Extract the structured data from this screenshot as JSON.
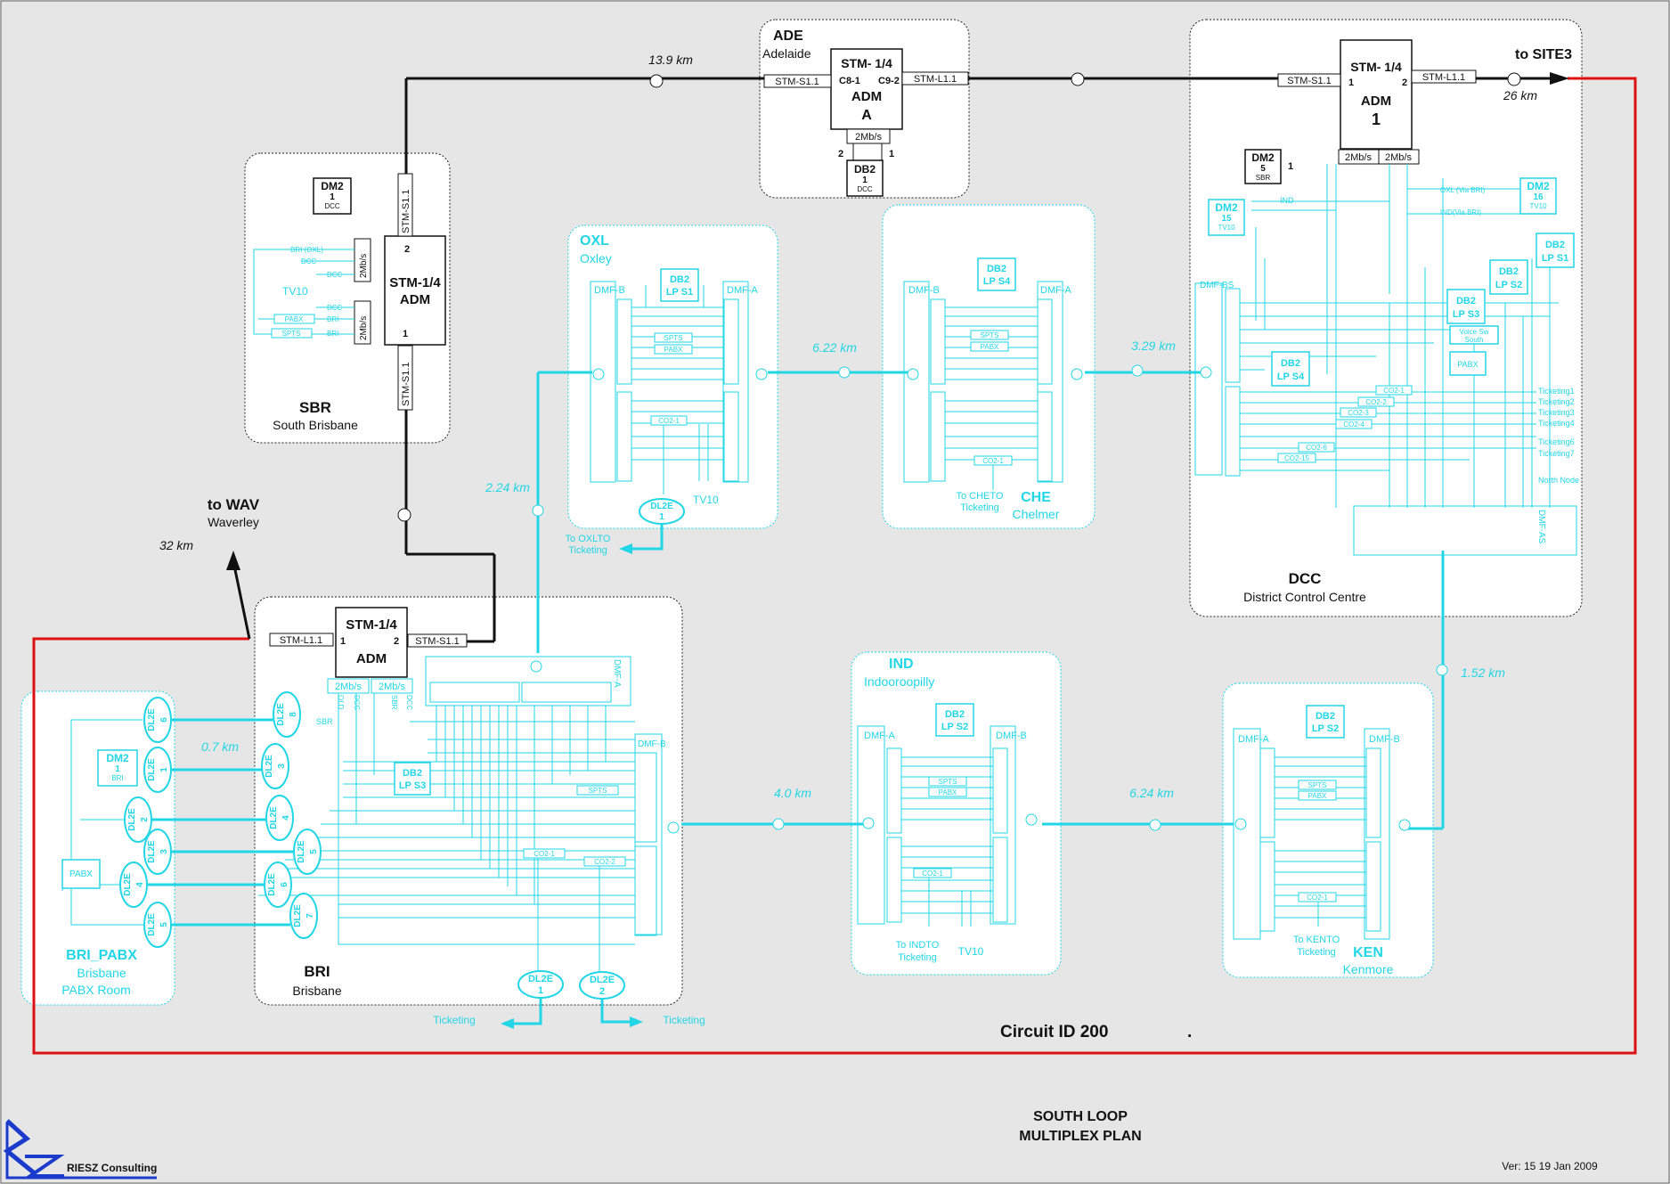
{
  "circuit": {
    "label": "Circuit ID  200",
    "dot": "."
  },
  "plan_title": {
    "line1": "SOUTH LOOP",
    "line2": "MULTIPLEX PLAN"
  },
  "company": {
    "name": "RIESZ Consulting"
  },
  "version": "Ver: 15   19 Jan 2009",
  "colors": {
    "cyan": "#22d6e6",
    "black": "#111111",
    "red": "#dd1111",
    "bg": "#e6e6e6"
  },
  "sites": {
    "ade": {
      "code": "ADE",
      "name": "Adelaide",
      "adm_line1": "STM- 1/4",
      "adm_line2": "ADM",
      "adm_line3": "A",
      "port_left": "C8-1",
      "port_right": "C9-2",
      "if_left": "STM-S1.1",
      "if_right": "STM-L1.1",
      "trib": "2Mb/s",
      "db_line1": "DB2",
      "db_line2": "1",
      "db_line3": "DCC",
      "pin2": "2",
      "pin1": "1"
    },
    "dcc": {
      "code": "DCC",
      "name": "District Control Centre",
      "adm_line1": "STM- 1/4",
      "adm_line2": "ADM",
      "adm_line3": "1",
      "if_left": "STM-S1.1",
      "if_right": "STM-L1.1",
      "trib_a": "2Mb/s",
      "trib_b": "2Mb/s",
      "dm2_line1": "DM2",
      "dm2_line2": "5",
      "dm2_line3": "SBR",
      "dm15_line1": "DM2",
      "dm15_line2": "15",
      "dm15_line3": "TV10",
      "dm16_line1": "DM2",
      "dm16_line2": "16",
      "dm16_line3": "TV10",
      "dmf_bs": "DMF-BS",
      "dmf_as": "DMF-AS",
      "db_s1": "DB2 LP S1",
      "db_s2": "DB2 LP S2",
      "db_s3": "DB2 LP S3",
      "db_s4": "DB2 LP S4",
      "voice": "Voice Sw South",
      "pabx": "PABX",
      "oxl_via": "OXL (Via BRI)",
      "ind_via": "IND(Via BRI)",
      "ind": "IND",
      "tickets": [
        "Ticketing1",
        "Ticketing2",
        "Ticketing3",
        "Ticketing4",
        "Ticketing6",
        "Ticketing7"
      ],
      "north": "North Node",
      "co2": [
        "CO2-1",
        "CO2-2",
        "CO2-3",
        "CO2-4",
        "CO2-6",
        "CO2-15"
      ]
    },
    "sbr": {
      "code": "SBR",
      "name": "South Brisbane",
      "adm_line1": "STM-1/4",
      "adm_line2": "ADM",
      "top_if": "STM-S1.1",
      "bot_if": "STM-S1.1",
      "trib": "2Mb/s",
      "dm_line1": "DM2",
      "dm_line2": "1",
      "dm_line3": "DCC",
      "bri_oxl": "BRI (OXL)",
      "dcc": "DCC",
      "tv10": "TV10",
      "pabx": "PABX",
      "spts": "SPTS",
      "bri": "BRI"
    },
    "oxl": {
      "code": "OXL",
      "name": "Oxley",
      "dmf_b": "DMF-B",
      "dmf_a": "DMF-A",
      "db": "DB2 LP S1",
      "spts": "SPTS",
      "pabx": "PABX",
      "co2": "CO2-1",
      "dl2e": "DL2E 1",
      "tv10": "TV10",
      "to": "To OXLTO Ticketing"
    },
    "che": {
      "code": "CHE",
      "name": "Chelmer",
      "dmf_b": "DMF-B",
      "dmf_a": "DMF-A",
      "db": "DB2 LP S4",
      "spts": "SPTS",
      "pabx": "PABX",
      "co2": "CO2-1",
      "to": "To CHETO Ticketing"
    },
    "bri": {
      "code": "BRI",
      "name": "Brisbane",
      "adm_line1": "STM-1/4",
      "adm_line2": "ADM",
      "if_left": "STM-L1.1",
      "if_right": "STM-S1.1",
      "trib_a": "2Mb/s",
      "trib_b": "2Mb/s",
      "dmf_a": "DMF-A",
      "dmf_b": "DMF-B",
      "db": "DB2 LP S3",
      "spts": "SPTS",
      "co2_1": "CO2-1",
      "co2_2": "CO2-2",
      "dl2e_1": "DL2E 1",
      "dl2e_2": "DL2E 2",
      "ticketing": "Ticketing",
      "sbr": "SBR",
      "sbr2": "SBR",
      "dcc": "DCC",
      "old": "OLD"
    },
    "bri_pabx": {
      "code": "BRI_PABX",
      "name1": "Brisbane",
      "name2": "PABX Room",
      "dm_line1": "DM2",
      "dm_line2": "1",
      "dm_line3": "BRI",
      "pabx": "PABX"
    },
    "ind": {
      "code": "IND",
      "name": "Indooroopilly",
      "dmf_a": "DMF-A",
      "dmf_b": "DMF-B",
      "db": "DB2 LP S2",
      "spts": "SPTS",
      "pabx": "PABX",
      "co2": "CO2-1",
      "to": "To INDTO Ticketing",
      "tv10": "TV10"
    },
    "ken": {
      "code": "KEN",
      "name": "Kenmore",
      "dmf_a": "DMF-A",
      "dmf_b": "DMF-B",
      "db": "DB2 LP S2",
      "spts": "SPTS",
      "pabx": "PABX",
      "co2": "CO2-1",
      "to": "To KENTO Ticketing"
    }
  },
  "destinations": {
    "wav": {
      "title": "to WAV",
      "name": "Waverley",
      "dist": "32 km"
    },
    "site3": {
      "title": "to SITE3",
      "dist": "26 km"
    }
  },
  "links": {
    "ade_sbr": "13.9 km",
    "oxl_che": "6.22 km",
    "che_dcc": "3.29 km",
    "bri_oxl": "2.24 km",
    "dcc_ken": "1.52 km",
    "bri_ind": "4.0 km",
    "ind_ken": "6.24 km",
    "pabx_bri": "0.7 km"
  },
  "dl2e_bri": [
    "DL2E 8",
    "DL2E 3",
    "DL2E 4",
    "DL2E 5",
    "DL2E 6",
    "DL2E 7"
  ],
  "dl2e_pabx": [
    "DL2E 6",
    "DL2E 1",
    "DL2E 2",
    "DL2E 3",
    "DL2E 4",
    "DL2E 5"
  ]
}
